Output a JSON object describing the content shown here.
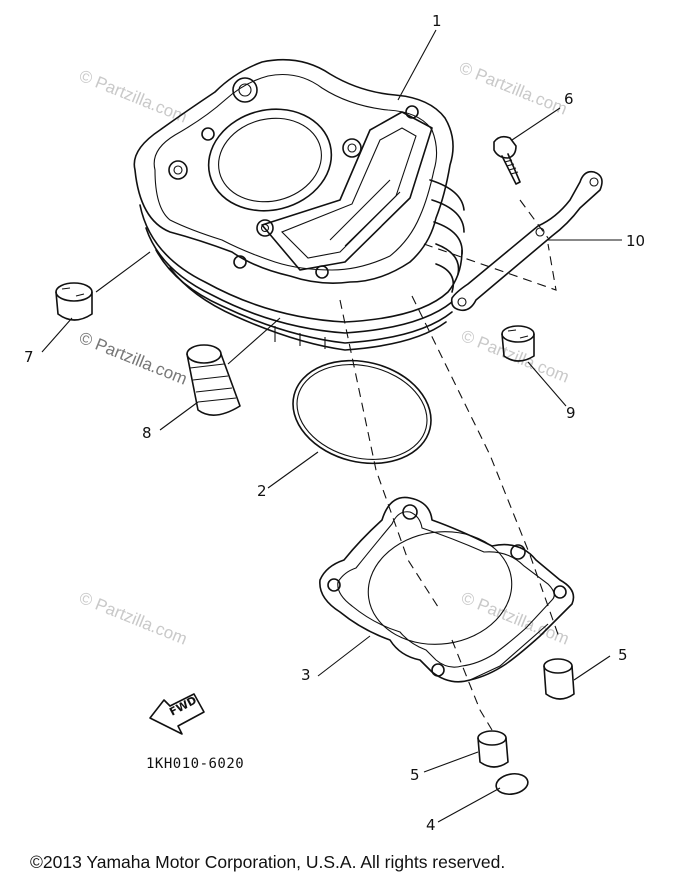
{
  "watermark_text": "© Partzilla.com",
  "callouts": {
    "c1": "1",
    "c2": "2",
    "c3": "3",
    "c4": "4",
    "c5a": "5",
    "c5b": "5",
    "c6": "6",
    "c7": "7",
    "c8": "8",
    "c9": "9",
    "c10": "10"
  },
  "fwd_label": "FWD",
  "diagram_code": "1KH010-6020",
  "copyright": "©2013  Yamaha Motor Corporation, U.S.A. All rights reserved."
}
